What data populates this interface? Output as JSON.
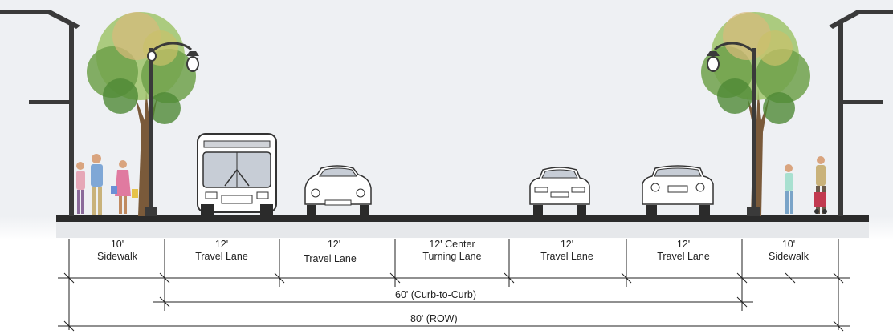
{
  "segments": [
    {
      "width": "10'",
      "name": "Sidewalk"
    },
    {
      "width": "12'",
      "name": "Travel Lane"
    },
    {
      "width": "12'",
      "name": "Travel Lane"
    },
    {
      "width": "12' Center",
      "name": "Turning Lane"
    },
    {
      "width": "12'",
      "name": "Travel Lane"
    },
    {
      "width": "12'",
      "name": "Travel Lane"
    },
    {
      "width": "10'",
      "name": "Sidewalk"
    }
  ],
  "dimensions": {
    "curb_to_curb": "60' (Curb-to-Curb)",
    "row": "80' (ROW)"
  },
  "colors": {
    "road": "#2b2b2b",
    "curb": "#d9dbde",
    "foliage_light": "#9fc46a",
    "foliage_dark": "#4f8a36",
    "foliage_accent": "#d8b97a",
    "trunk": "#7a5a3a",
    "pole": "#3a3a3a",
    "dim_line": "#222222"
  }
}
